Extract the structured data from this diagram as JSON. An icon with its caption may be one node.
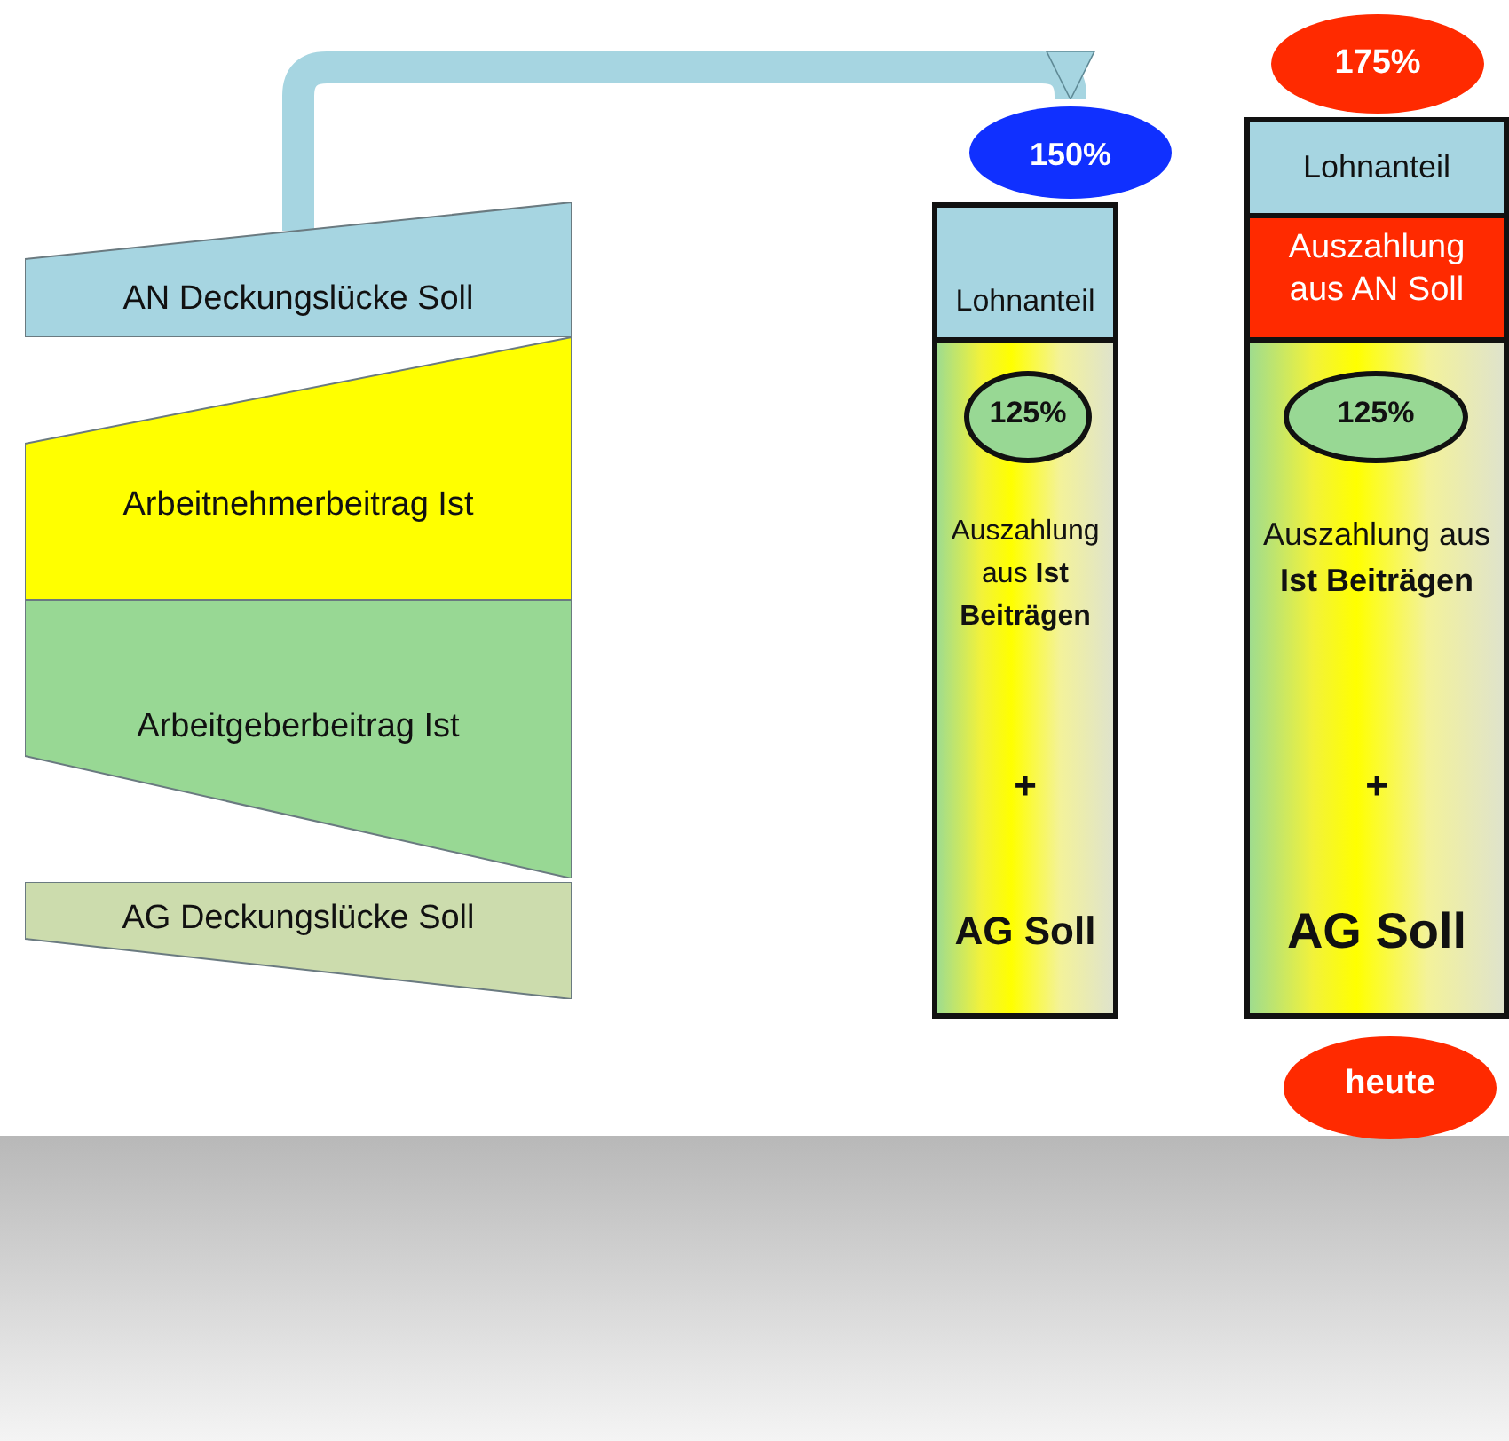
{
  "diagram": {
    "nodes": [
      {
        "text": [
          "AN Deckungslücke Soll"
        ]
      },
      {
        "text": [
          "Arbeitnehmerbeitrag Ist"
        ]
      },
      {
        "text": [
          "Arbeitgeberbeitrag Ist"
        ]
      },
      {
        "text": [
          "AG Deckungslücke Soll"
        ]
      },
      {
        "text": [
          "150%"
        ]
      },
      {
        "text": [
          "Lohnanteil"
        ]
      },
      {
        "text": [
          "Auszahlung aus **Ist Beiträgen**",
          "+",
          "AG Soll"
        ]
      },
      {
        "text": [
          "125%"
        ],
        "in": 6
      },
      {
        "text": [
          "175%"
        ]
      },
      {
        "text": [
          "Lohnanteil"
        ]
      },
      {
        "text": [
          "Auszahlung aus AN Soll"
        ]
      },
      {
        "text": [
          "Auszahlung aus **Ist Beiträgen**",
          "+",
          "AG Soll"
        ]
      },
      {
        "text": [
          "125%"
        ],
        "in": 11
      },
      {
        "text": [
          "heute"
        ]
      }
    ],
    "edges": [
      {
        "from": 0,
        "to": 4,
        "arrow": "to"
      }
    ]
  }
}
